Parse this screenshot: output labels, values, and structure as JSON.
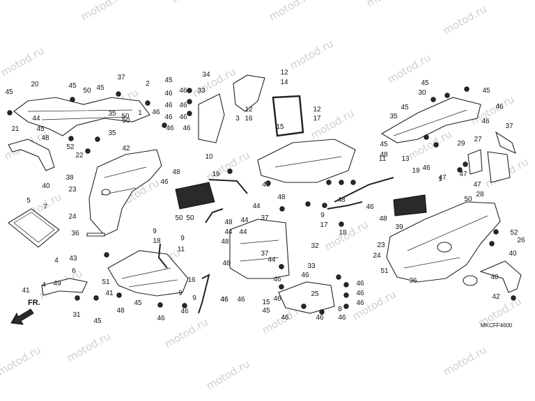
{
  "diagram": {
    "reference_code": "MKCFF4600",
    "direction_label": "FR.",
    "watermark_text": "motod.ru",
    "colors": {
      "line": "#222222",
      "fill_dark": "#2a2a2a",
      "fill_grey": "#bdbdbd",
      "watermark": "#cfcfcf"
    }
  },
  "callouts": [
    "45",
    "20",
    "45",
    "50",
    "45",
    "37",
    "2",
    "21",
    "44",
    "45",
    "35",
    "50",
    "1",
    "48",
    "52",
    "22",
    "35",
    "50",
    "42",
    "45",
    "46",
    "46",
    "46",
    "46",
    "46",
    "46",
    "46",
    "46",
    "46",
    "34",
    "33",
    "3",
    "12",
    "14",
    "12",
    "16",
    "12",
    "17",
    "15",
    "10",
    "19",
    "48",
    "46",
    "40",
    "38",
    "23",
    "5",
    "7",
    "24",
    "36",
    "9",
    "18",
    "9",
    "11",
    "50",
    "50",
    "46",
    "44",
    "48",
    "44",
    "48",
    "37",
    "44",
    "44",
    "48",
    "44",
    "46",
    "46",
    "46",
    "46",
    "48",
    "37",
    "11",
    "13",
    "19",
    "9",
    "17",
    "48",
    "18",
    "32",
    "33",
    "46",
    "46",
    "46",
    "46",
    "8",
    "24",
    "23",
    "39",
    "36",
    "51",
    "4",
    "43",
    "6",
    "41",
    "4",
    "51",
    "41",
    "49",
    "31",
    "45",
    "45",
    "48",
    "46",
    "46",
    "46",
    "9",
    "16",
    "9",
    "15",
    "45",
    "46",
    "46",
    "46",
    "25",
    "35",
    "45",
    "45",
    "48",
    "46",
    "45",
    "47",
    "29",
    "27",
    "47",
    "47",
    "28",
    "37",
    "46",
    "46",
    "45",
    "1",
    "30",
    "52",
    "26",
    "40",
    "40",
    "42",
    "50",
    "48",
    "46"
  ]
}
